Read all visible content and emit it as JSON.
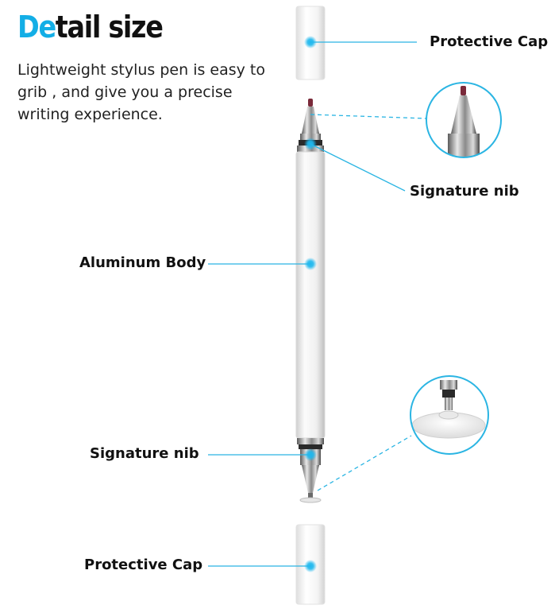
{
  "title": {
    "accent": "De",
    "rest": "tail size"
  },
  "description": "Lightweight stylus pen is easy to grib , and give you a precise writing experience.",
  "labels": {
    "cap_top": "Protective Cap",
    "nib_top": "Signature nib",
    "body": "Aluminum Body",
    "nib_bottom": "Signature nib",
    "cap_bottom": "Protective Cap"
  },
  "colors": {
    "accent": "#13aee6",
    "leader": "#2bb5e3",
    "text": "#111111"
  },
  "icons": [
    "fine-tip-nib-icon",
    "disc-nib-icon",
    "hotspot-dot-icon"
  ]
}
